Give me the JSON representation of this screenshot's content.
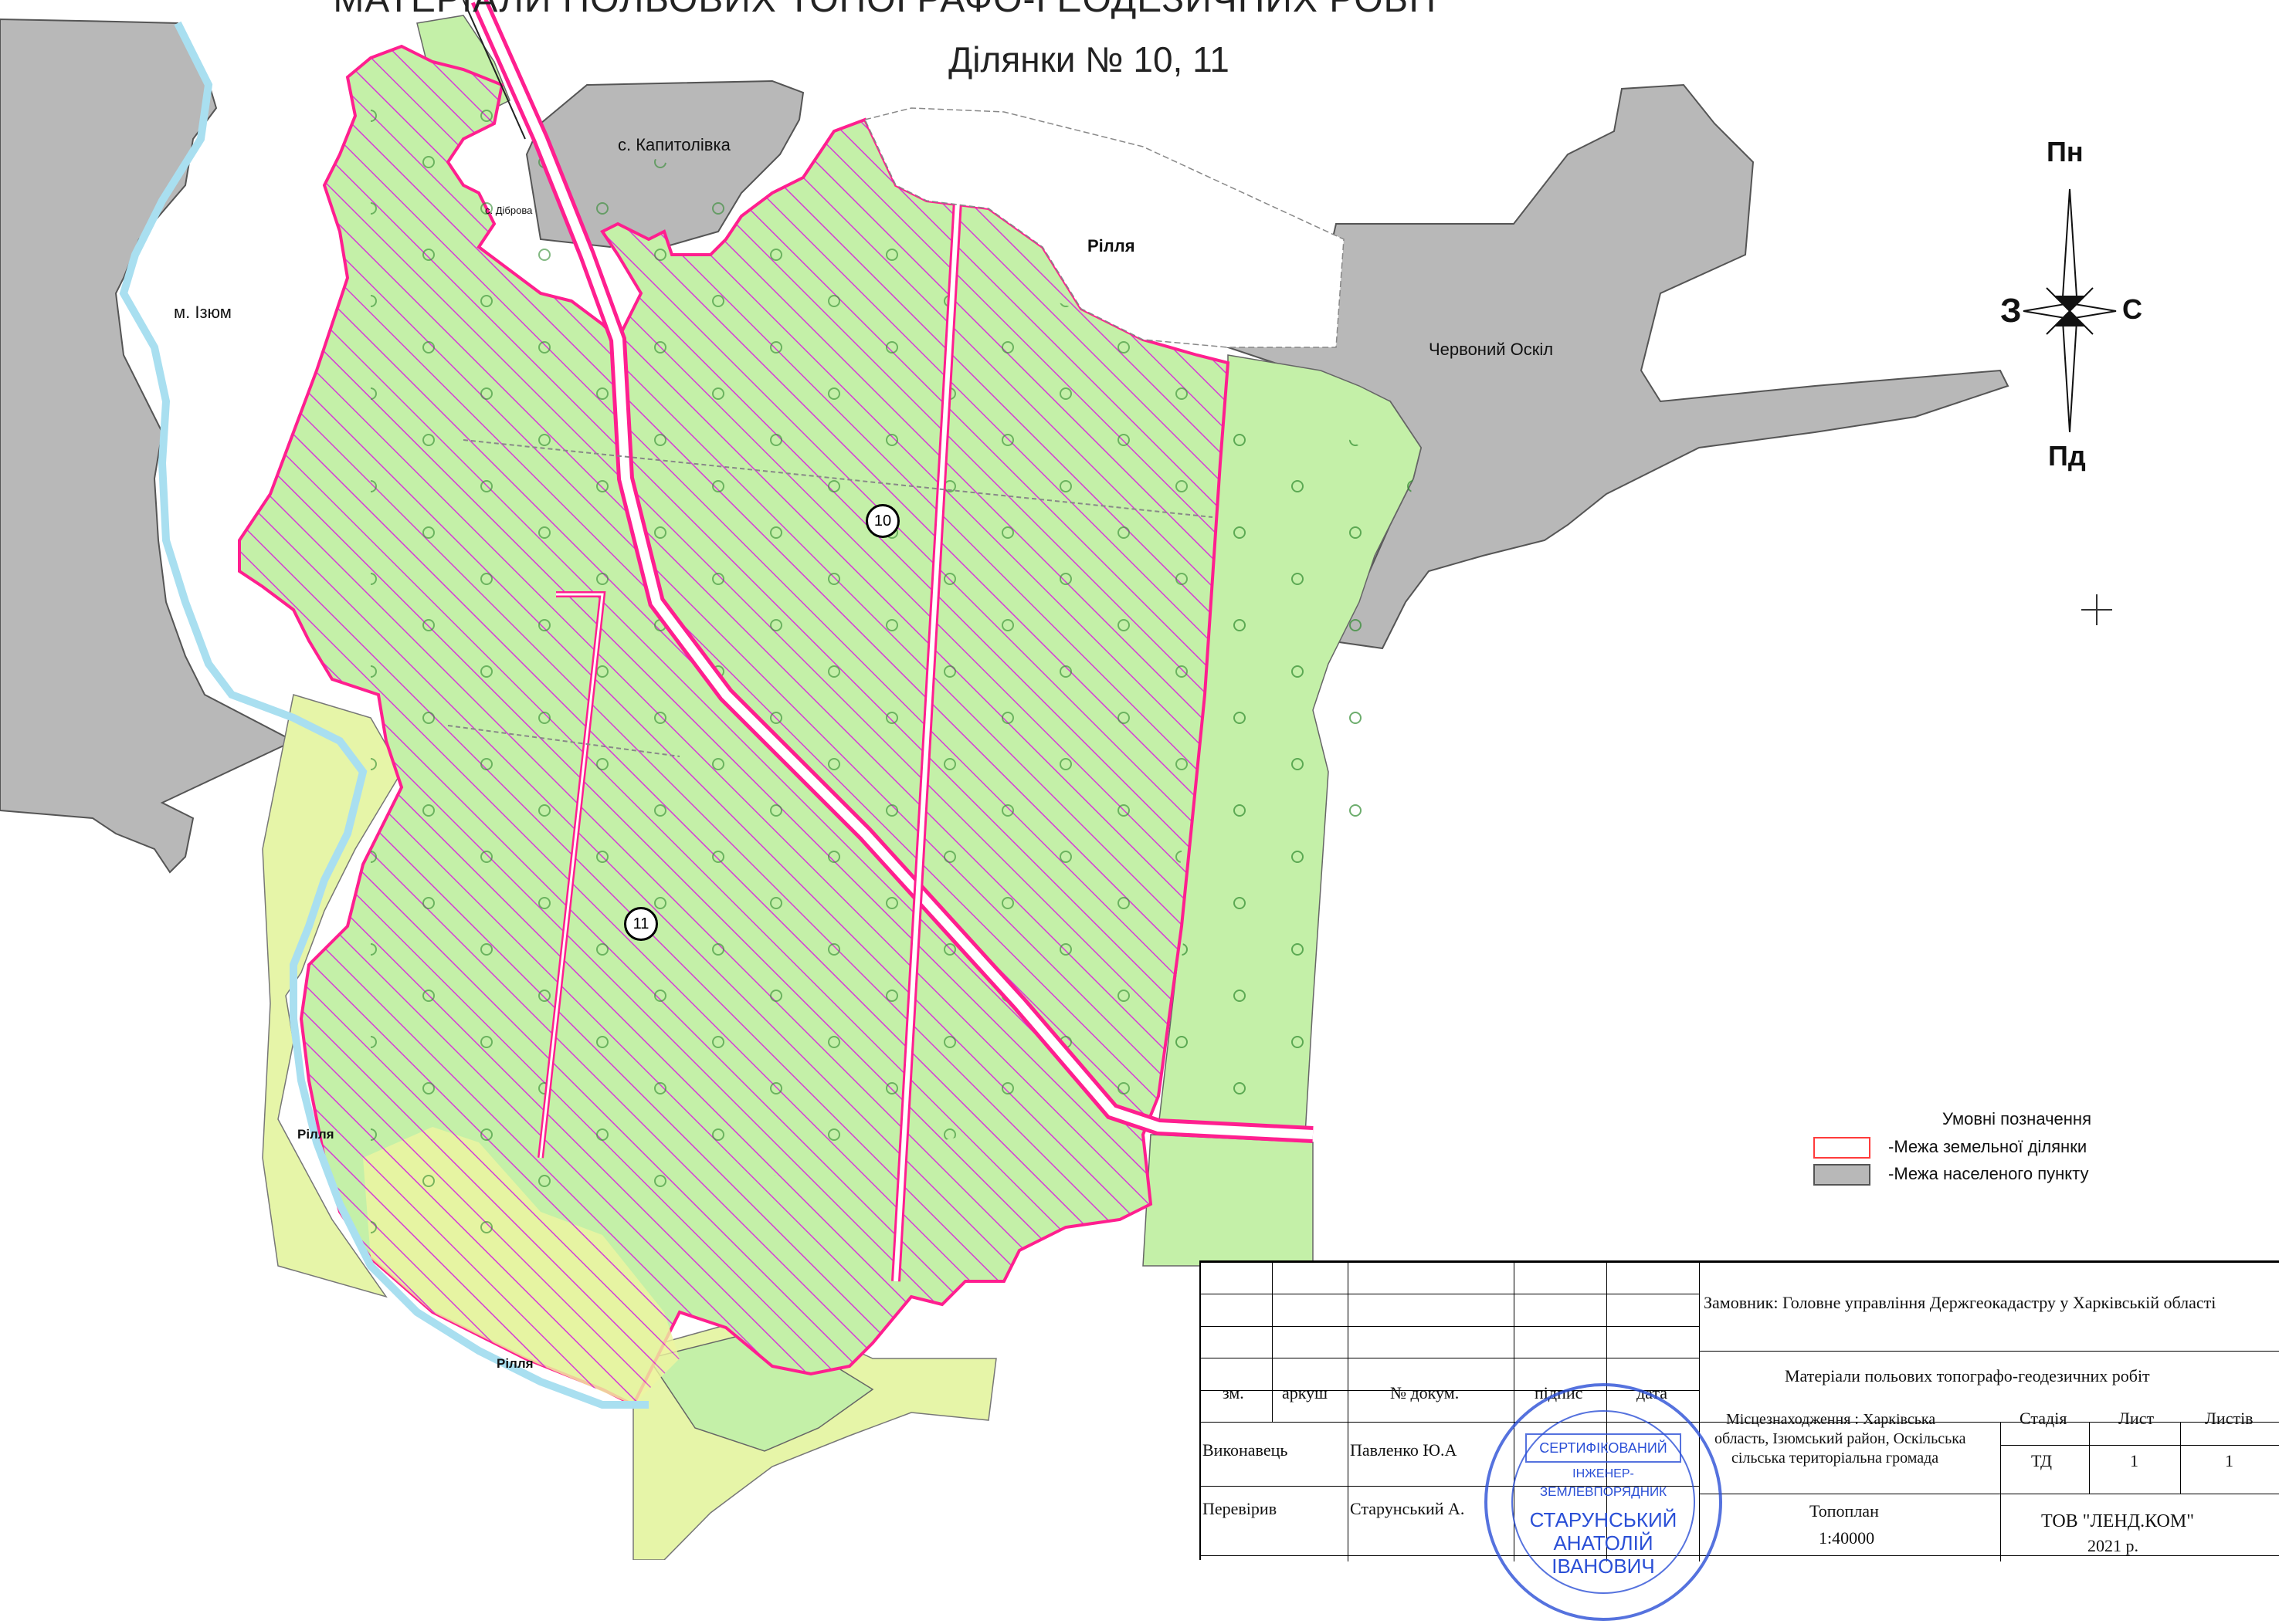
{
  "title": {
    "line1": "МАТЕРІАЛИ ПОЛЬОВИХ ТОПОГРАФО-ГЕОДЕЗИЧНИХ РОБІТ",
    "line2": "Ділянки № 10, 11"
  },
  "places": {
    "izium": "м. Ізюм",
    "kapytolivka": "с. Капитолівка",
    "chervonyi_oskil": "Червоний Оскіл",
    "dibrova": "с. Діброва",
    "rillia_top": "Рілля",
    "rillia_left": "Рілля",
    "rillia_bottom": "Рілля"
  },
  "parcels": [
    "10",
    "11"
  ],
  "compass": {
    "north": "Пн",
    "south": "Пд",
    "west": "З",
    "east": "С"
  },
  "legend": {
    "title": "Умовні позначення",
    "items": [
      {
        "label": "-Межа земельної ділянки",
        "color": "#ff3b3b"
      },
      {
        "label": "-Межа населеного пункту",
        "color": "#b8b8b8"
      }
    ]
  },
  "stamp": {
    "customer": "Замовник: Головне управління Держгеокадастру у Харківській області",
    "work_title": "Матеріали польових топографо-геодезичних робіт",
    "location_line1": "Місцезнаходження :  Харківська",
    "location_line2": "область, Ізюмський район, Оскільська",
    "location_line3": "сільська територіальна громада",
    "header": {
      "zm": "зм.",
      "arkush": "аркуш",
      "dokum": "№ докум.",
      "pidpys": "підпис",
      "data": "дата"
    },
    "rows": [
      {
        "role": "Виконавець",
        "name": "Павленко Ю.А"
      },
      {
        "role": "Перевірив",
        "name": "Старунський А."
      }
    ],
    "stage_label": "Стадія",
    "sheet_label": "Лист",
    "sheets_label": "Листів",
    "stage": "ТД",
    "sheet": "1",
    "sheets": "1",
    "plan": "Топоплан",
    "scale": "1:40000",
    "company": "ТОВ \"ЛЕНД.КОМ\"",
    "year": "2021 р."
  },
  "seal": {
    "line1": "СЕРТИФІКОВАНИЙ",
    "line2": "ІНЖЕНЕР-",
    "line3": "ЗЕМЛЕВПОРЯДНИК",
    "line4": "СТАРУНСЬКИЙ",
    "line5": "АНАТОЛІЙ",
    "line6": "ІВАНОВИЧ"
  },
  "colors": {
    "settlement": "#b8b8b8",
    "forest": "#c4f0a8",
    "parcel_border": "#ff1f8f",
    "hatch": "#d63bd6",
    "river": "#a9dff0",
    "meadow": "#e6f5a8"
  }
}
